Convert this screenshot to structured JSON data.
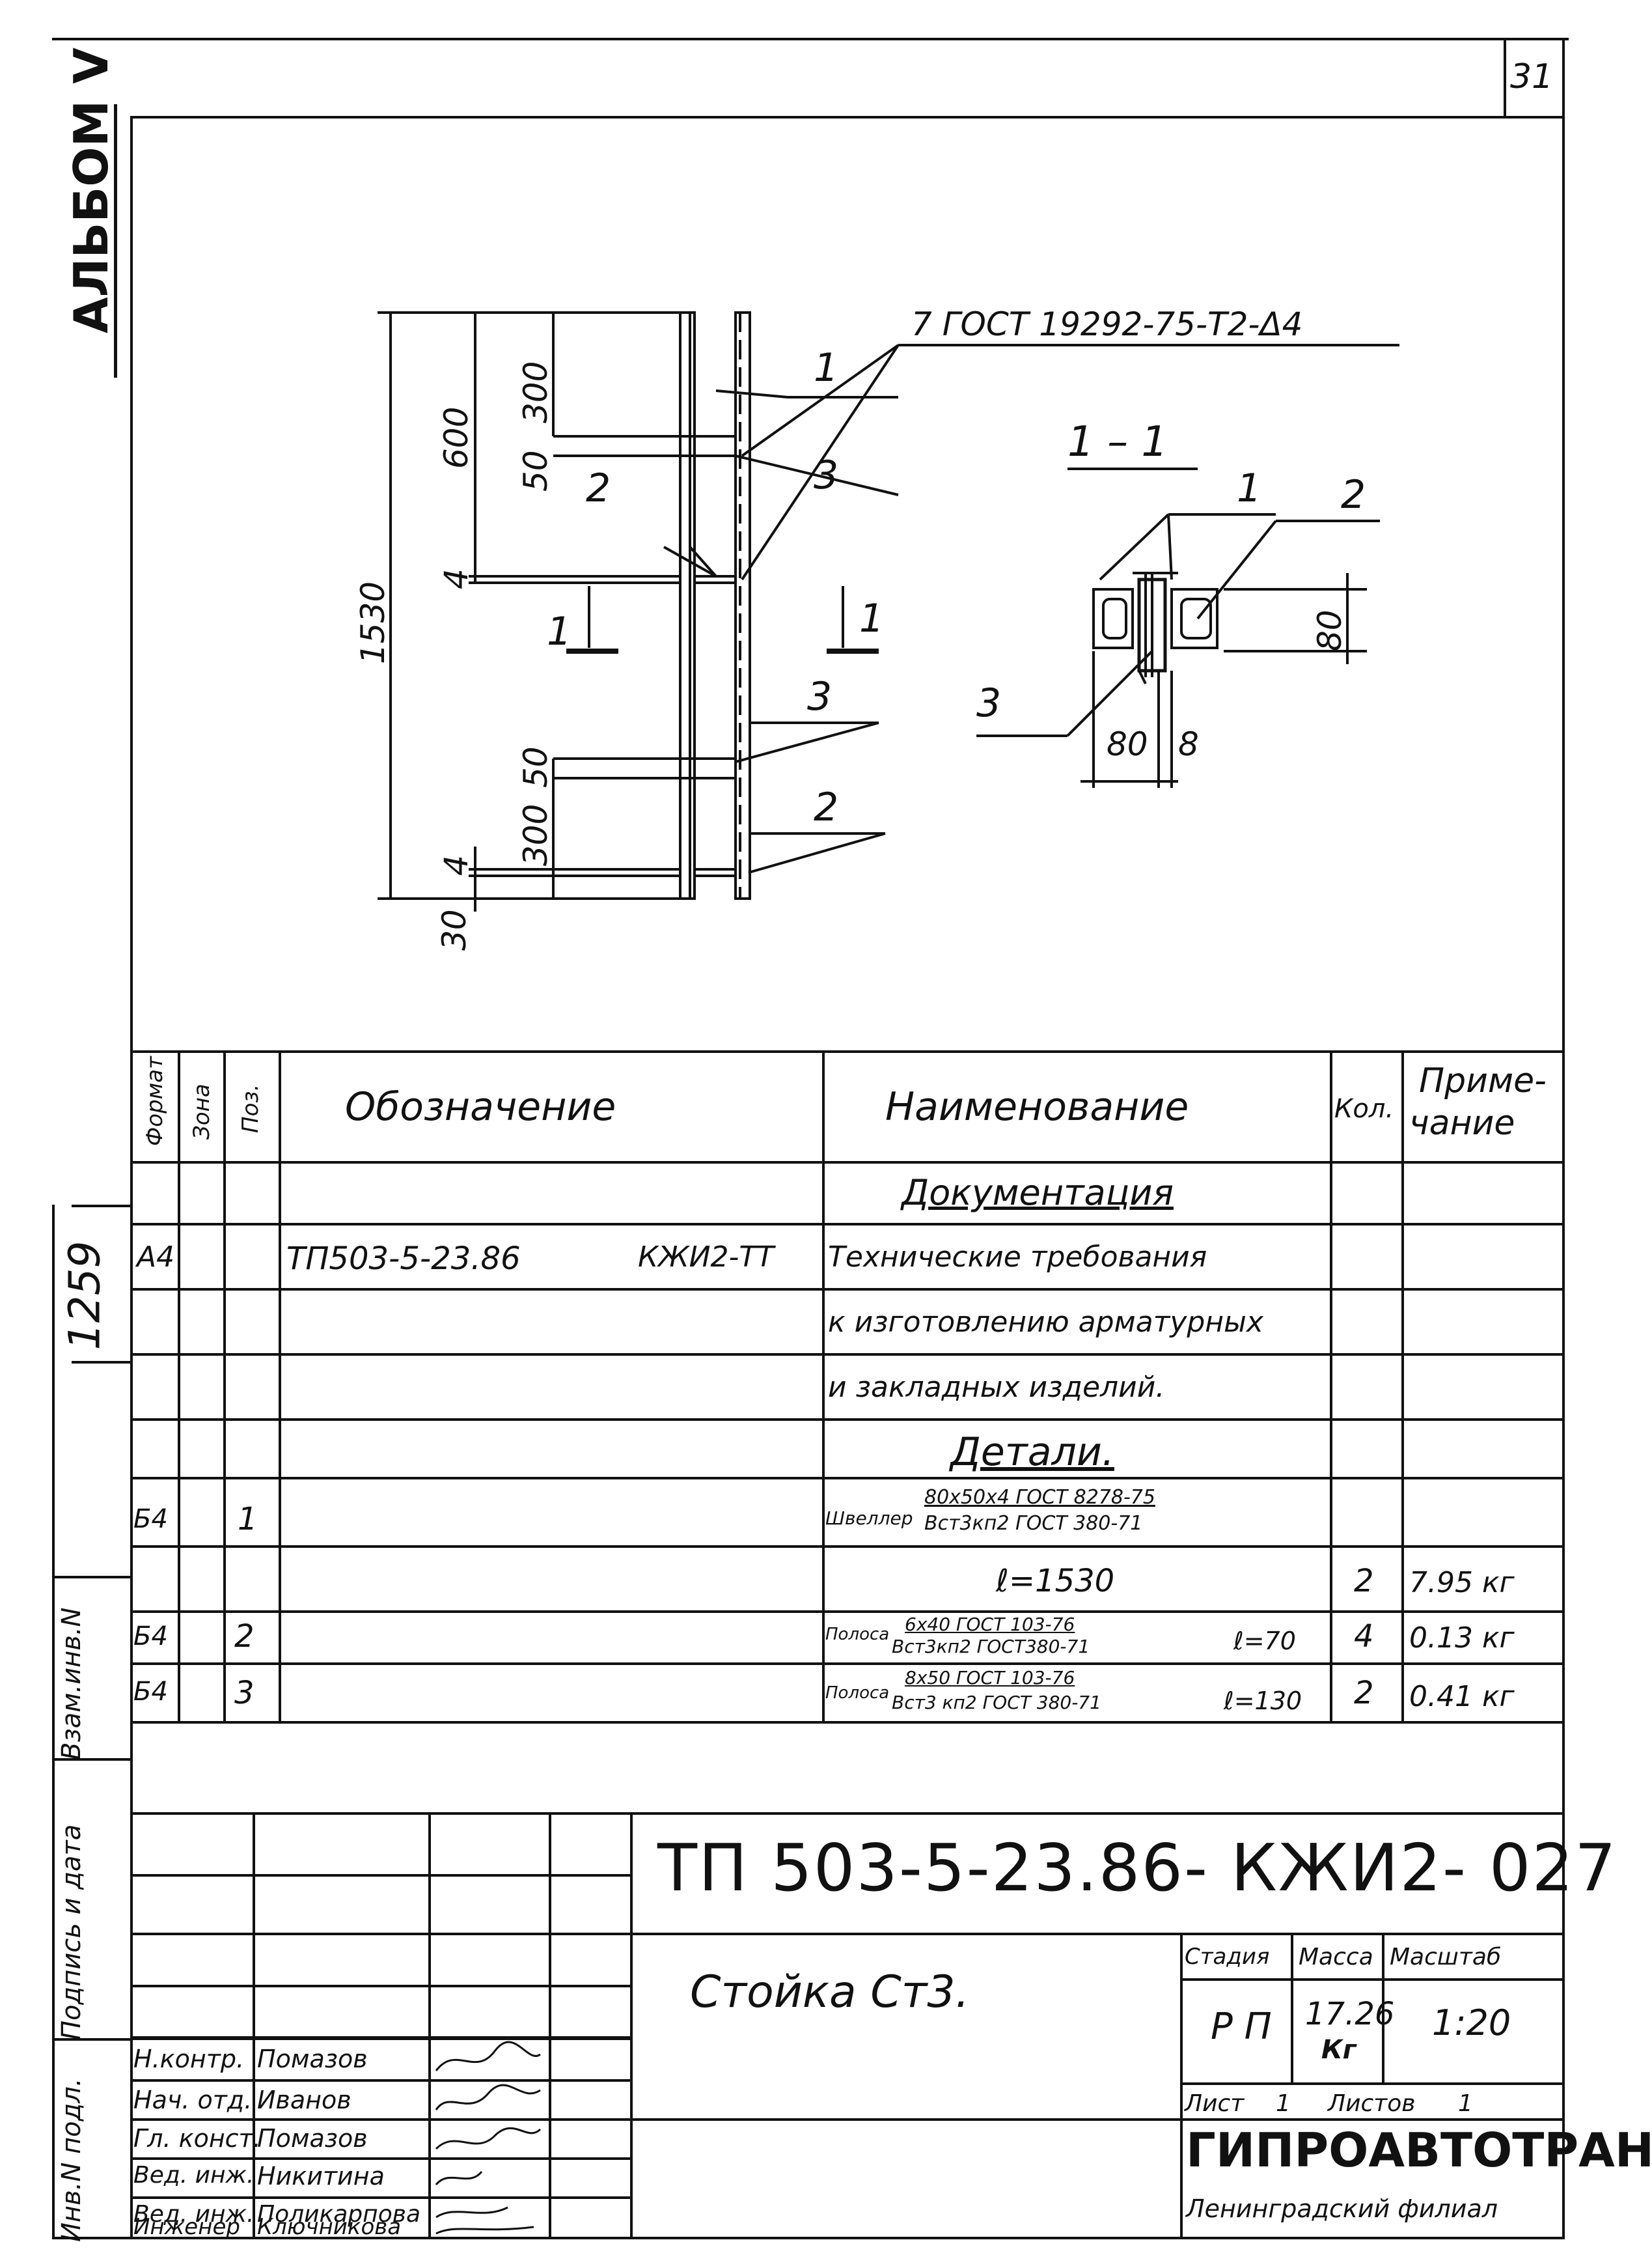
{
  "sheet_number": "31",
  "album_label": "АЛЬБОМ V",
  "side_number": "1259",
  "margin_labels": {
    "inv_orig": "Инв.N подл.",
    "sign_date": "Подпись и дата",
    "vzam_inv": "Взам.инв.N"
  },
  "drawing": {
    "weld_spec": "7 ГОСТ 19292-75-Т2-Δ4",
    "section_title": "1 – 1",
    "dims": {
      "d1530": "1530",
      "d600": "600",
      "d300a": "300",
      "d50a": "50",
      "d4a": "4",
      "d50b": "50",
      "d300b": "300",
      "d4b": "4",
      "d30": "30",
      "d80h": "80",
      "d80w": "80",
      "d8": "8"
    },
    "callouts": {
      "c1": "1",
      "c2": "2",
      "c3": "3",
      "c3b": "3",
      "c2b": "2",
      "s1": "1",
      "s2": "2",
      "s3": "3"
    },
    "cut_left": "1",
    "cut_right": "1"
  },
  "table": {
    "headers": {
      "format": "Формат",
      "zone": "Зона",
      "pos": "Поз.",
      "designation": "Обозначение",
      "name": "Наименование",
      "qty": "Кол.",
      "note_1": "Приме-",
      "note_2": "чание"
    },
    "section_docs": "Документация",
    "doc_row": {
      "format": "А4",
      "designation_1": "ТП503-5-23.86",
      "designation_2": "КЖИ2-ТТ"
    },
    "doc_name_lines": [
      "Технические требования",
      "к изготовлению арматурных",
      "и закладных изделий."
    ],
    "section_parts": "Детали.",
    "rows": [
      {
        "format": "Б4",
        "pos": "1",
        "name_prefix": "Швеллер",
        "name_top": "80х50х4 ГОСТ 8278-75",
        "name_bottom": "Вст3кп2 ГОСТ 380-71",
        "name_extra": "ℓ=1530",
        "qty": "2",
        "note": "7.95 кг"
      },
      {
        "format": "Б4",
        "pos": "2",
        "name_prefix": "Полоса",
        "name_top": "6х40 ГОСТ 103-76",
        "name_bottom": "Вст3кп2 ГОСТ380-71",
        "name_extra": "ℓ=70",
        "qty": "4",
        "note": "0.13 кг"
      },
      {
        "format": "Б4",
        "pos": "3",
        "name_prefix": "Полоса",
        "name_top": "8х50 ГОСТ 103-76",
        "name_bottom": "Вст3 кп2 ГОСТ 380-71",
        "name_extra": "ℓ=130",
        "qty": "2",
        "note": "0.41 кг"
      }
    ]
  },
  "title_block": {
    "code": "ТП 503-5-23.86- КЖИ2- 027",
    "part_name": "Стойка Ст3.",
    "stage_label": "Стадия",
    "mass_label": "Масса",
    "scale_label": "Масштаб",
    "stage": "Р П",
    "mass": "17.26",
    "mass_unit": "Кг",
    "scale": "1:20",
    "sheet_label": "Лист",
    "sheet_value": "1",
    "sheets_label": "Листов",
    "sheets_value": "1",
    "org": "ГИПРОАВТОТРАНС",
    "branch": "Ленинградский филиал",
    "staff": [
      {
        "role": "Н.контр.",
        "name": "Помазов"
      },
      {
        "role": "Нач. отд.",
        "name": "Иванов"
      },
      {
        "role": "Гл. конст.",
        "name": "Помазов"
      },
      {
        "role": "Вед. инж.",
        "name": "Никитина"
      },
      {
        "role": "Вед. инж.",
        "name": "Поликарпова"
      },
      {
        "role": "Инженер",
        "name": "Ключникова"
      }
    ]
  }
}
